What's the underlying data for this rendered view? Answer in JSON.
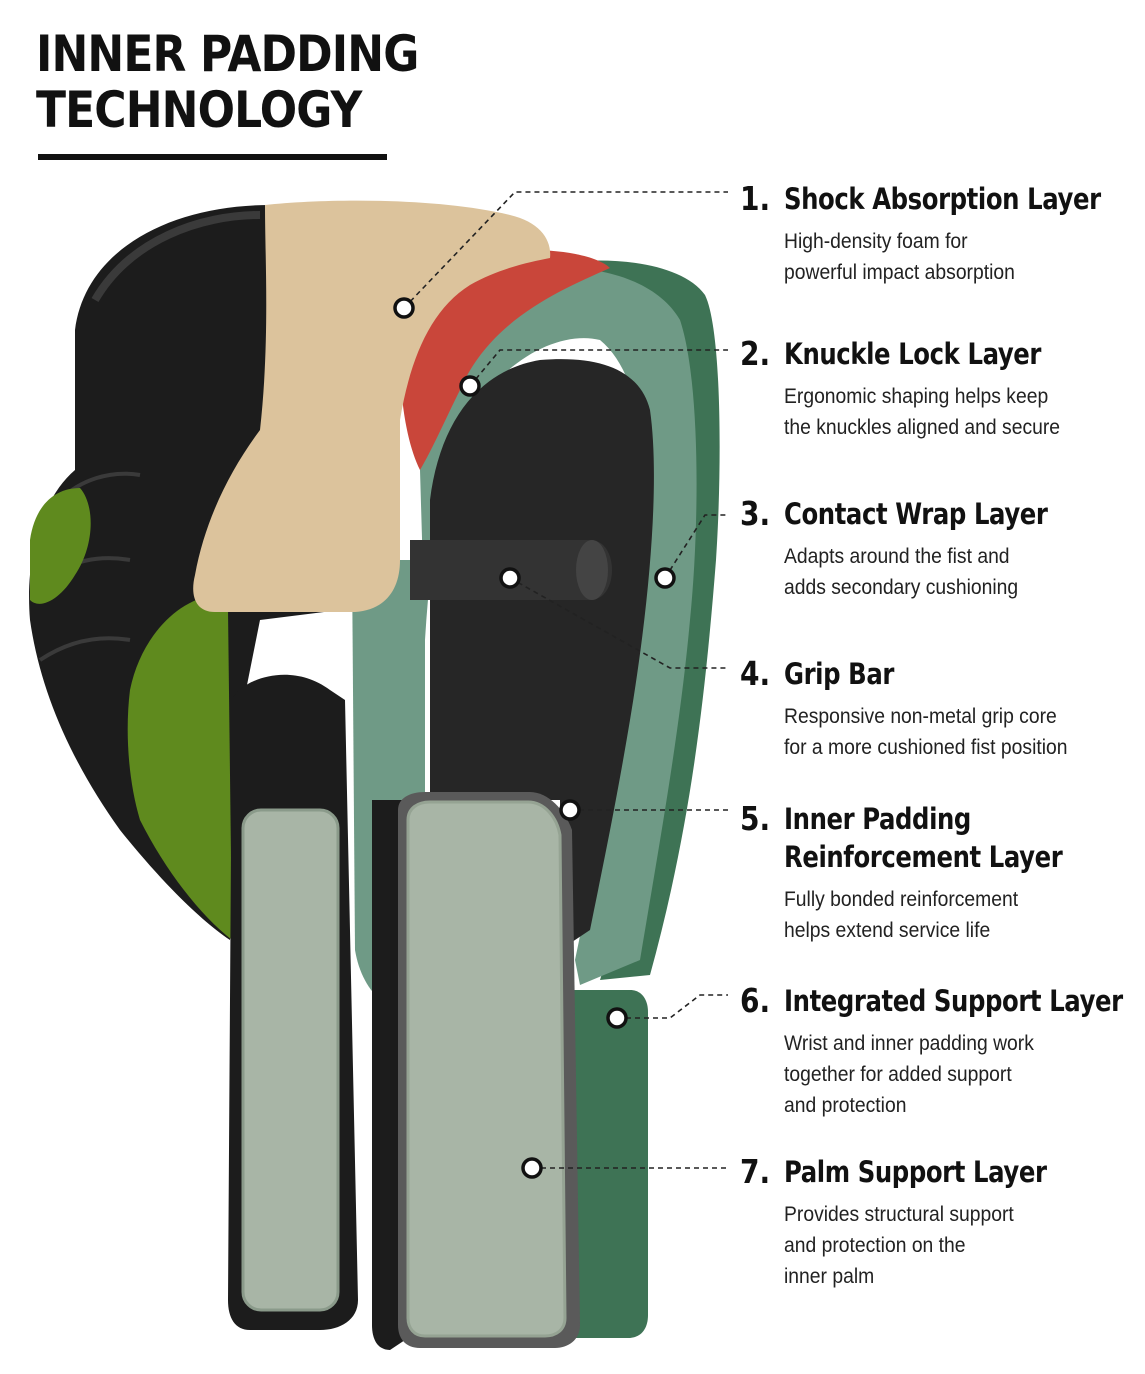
{
  "title": {
    "line1": "INNER PADDING",
    "line2": "TECHNOLOGY"
  },
  "callouts": [
    {
      "number": "1.",
      "heading": [
        "Shock Absorption Layer"
      ],
      "description": [
        "High-density foam for",
        "powerful impact absorption"
      ]
    },
    {
      "number": "2.",
      "heading": [
        "Knuckle Lock Layer"
      ],
      "description": [
        "Ergonomic shaping helps keep",
        "the knuckles aligned and secure"
      ]
    },
    {
      "number": "3.",
      "heading": [
        "Contact Wrap Layer"
      ],
      "description": [
        "Adapts around the fist and",
        "adds secondary cushioning"
      ]
    },
    {
      "number": "4.",
      "heading": [
        "Grip Bar"
      ],
      "description": [
        "Responsive non-metal grip core",
        "for a more cushioned fist position"
      ]
    },
    {
      "number": "5.",
      "heading": [
        "Inner Padding",
        "Reinforcement Layer"
      ],
      "description": [
        "Fully bonded reinforcement",
        "helps extend service life"
      ]
    },
    {
      "number": "6.",
      "heading": [
        "Integrated Support Layer"
      ],
      "description": [
        "Wrist and inner padding work",
        "together for added support",
        "and protection"
      ]
    },
    {
      "number": "7.",
      "heading": [
        "Palm Support Layer"
      ],
      "description": [
        "Provides structural support",
        "and protection on the",
        "inner palm"
      ]
    }
  ],
  "colors": {
    "black_leather": "#1c1c1c",
    "olive_green": "#5f8a1e",
    "tan_foam": "#dcc39c",
    "red_foam": "#c9463a",
    "sage_green": "#6f9a86",
    "dark_green": "#3e7355",
    "inner_black": "#262626",
    "pale_sage": "#a8b5a6"
  }
}
